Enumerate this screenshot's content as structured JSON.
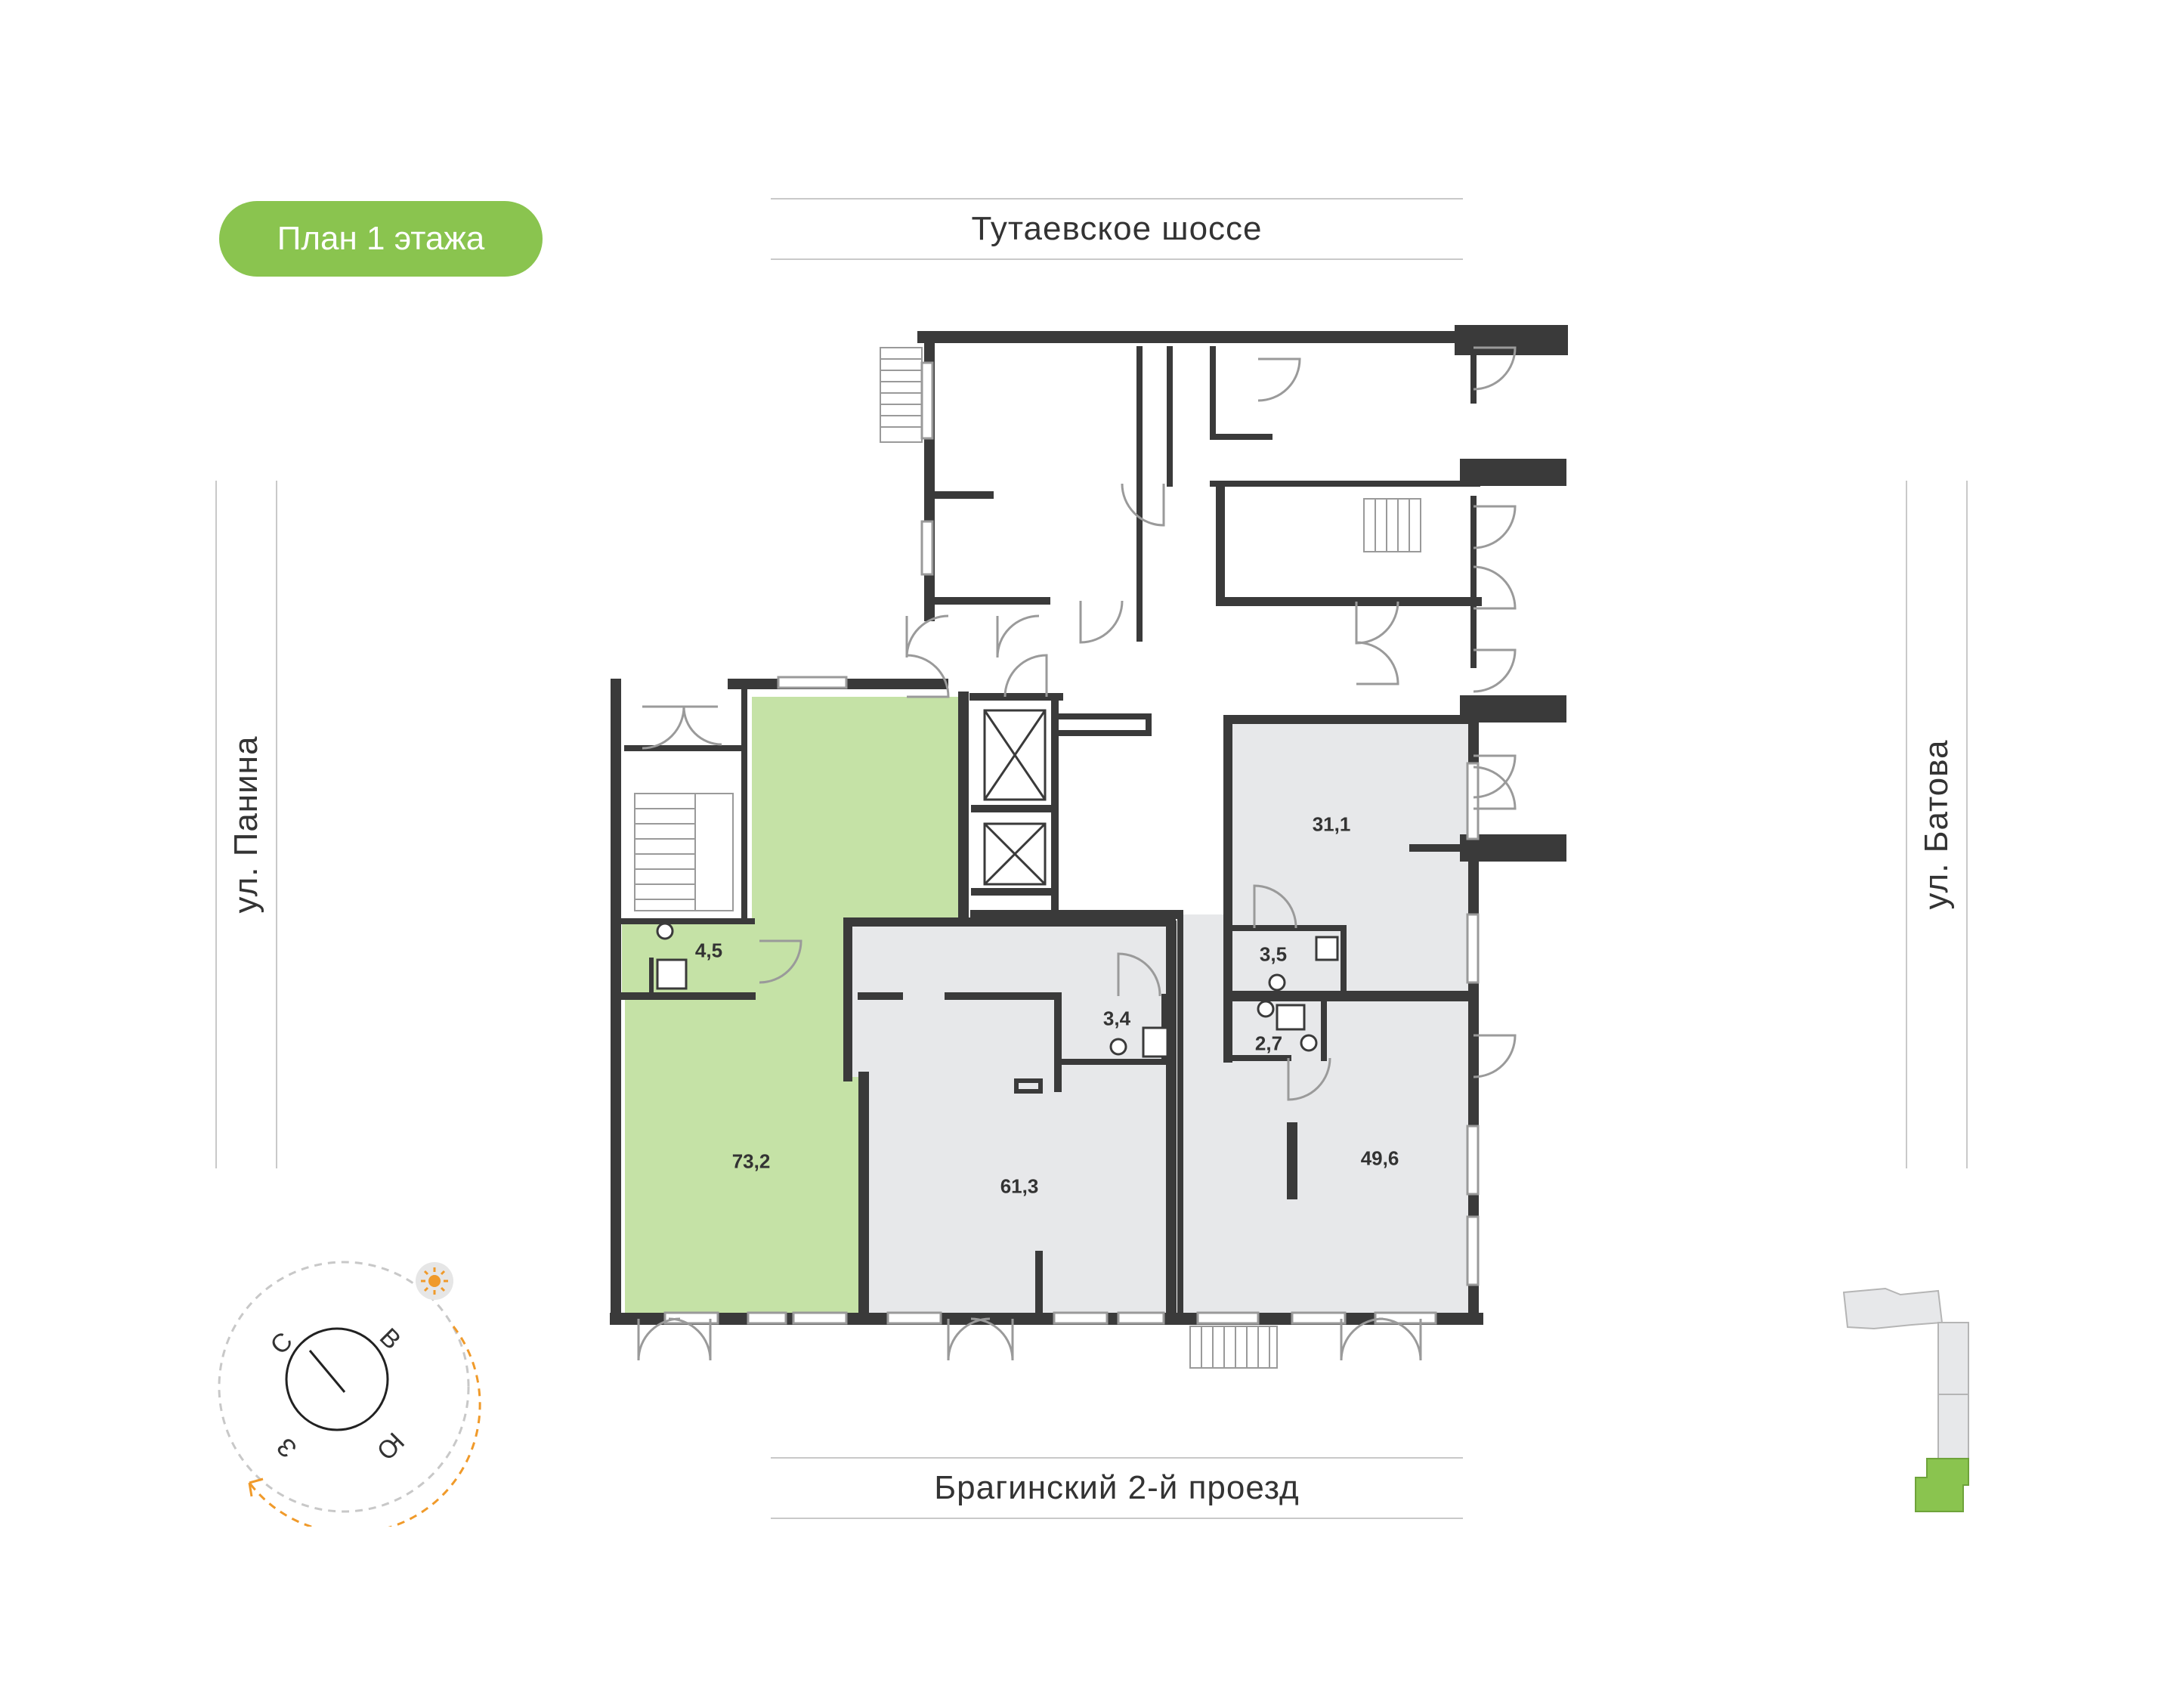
{
  "floor_badge": {
    "label": "План 1 этажа",
    "color": "#8ac44f"
  },
  "streets": {
    "top": "Тутаевское шоссе",
    "bottom": "Брагинский 2-й проезд",
    "left": "ул. Панина",
    "right": "ул. Батова"
  },
  "units": [
    {
      "id": "unit-73-2",
      "area": "73,2",
      "selected": true
    },
    {
      "id": "unit-4-5",
      "area": "4,5",
      "selected": true
    },
    {
      "id": "unit-61-3",
      "area": "61,3",
      "selected": false
    },
    {
      "id": "unit-3-4",
      "area": "3,4",
      "selected": false
    },
    {
      "id": "unit-31-1",
      "area": "31,1",
      "selected": false
    },
    {
      "id": "unit-3-5",
      "area": "3,5",
      "selected": false
    },
    {
      "id": "unit-2-7",
      "area": "2,7",
      "selected": false
    },
    {
      "id": "unit-49-6",
      "area": "49,6",
      "selected": false
    }
  ],
  "compass": {
    "north": "С",
    "east": "В",
    "south": "Ю",
    "west": "З",
    "sun_icon": "sun-icon",
    "path_color": "#f09a2a"
  },
  "colors": {
    "selected_fill": "#c5e2a6",
    "unit_fill": "#e7e8ea",
    "wall": "#3a3a3a",
    "accent": "#8ac44f"
  }
}
